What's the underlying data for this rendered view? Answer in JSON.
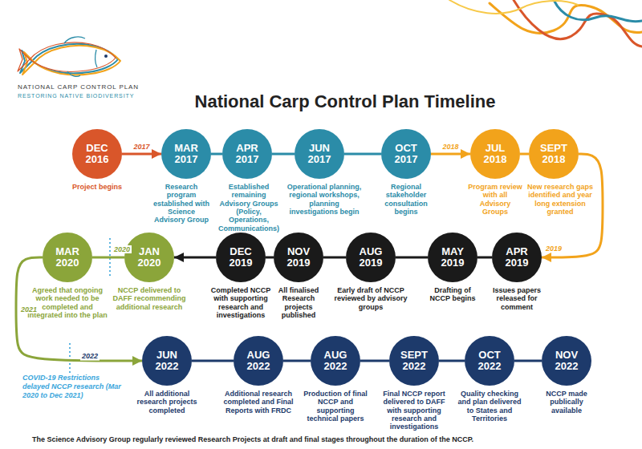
{
  "diagram": {
    "title": "National Carp Control Plan Timeline",
    "nodes": [
      {
        "text": [
          "DEC 2016",
          "Project begins"
        ]
      },
      {
        "text": [
          "MAR 2017",
          "Research program established with Science Advisory Group"
        ]
      },
      {
        "text": [
          "APR 2017",
          "Established remaining Advisory Groups (Policy, Operations, Communications)"
        ]
      },
      {
        "text": [
          "JUN 2017",
          "Operational planning, regional workshops, planning investigations begin"
        ]
      },
      {
        "text": [
          "OCT 2017",
          "Regional stakeholder consultation begins"
        ]
      },
      {
        "text": [
          "JUL 2018",
          "Program review with all Advisory Groups"
        ]
      },
      {
        "text": [
          "SEPT 2018",
          "New research gaps identified and year long extension granted"
        ]
      },
      {
        "text": [
          "APR 2019",
          "Issues papers released for comment"
        ]
      },
      {
        "text": [
          "MAY 2019",
          "Drafting of NCCP begins"
        ]
      },
      {
        "text": [
          "AUG 2019",
          "Early draft of NCCP reviewed by advisory groups"
        ]
      },
      {
        "text": [
          "NOV 2019",
          "All finalised Research projects published"
        ]
      },
      {
        "text": [
          "DEC 2019",
          "Completed NCCP with supporting research and investigations"
        ]
      },
      {
        "text": [
          "JAN 2020",
          "NCCP delivered to DAFF recommending additional research"
        ]
      },
      {
        "text": [
          "MAR 2020",
          "Agreed that ongoing work needed to be completed and integrated into the plan"
        ]
      },
      {
        "text": [
          "JUN 2022",
          "All additional research projects completed"
        ]
      },
      {
        "text": [
          "AUG 2022",
          "Additional research completed and Final Reports with FRDC"
        ]
      },
      {
        "text": [
          "AUG 2022",
          "Production of final NCCP and supporting technical papers"
        ]
      },
      {
        "text": [
          "SEPT 2022",
          "Final NCCP report delivered to DAFF with supporting research and investigations"
        ]
      },
      {
        "text": [
          "OCT 2022",
          "Quality checking and plan delivered to States and Territories"
        ]
      },
      {
        "text": [
          "NOV 2022",
          "NCCP made publically available"
        ]
      }
    ],
    "edges": [
      {
        "from": 0,
        "to": 1,
        "arrow": "to",
        "label": "2017"
      },
      {
        "from": 1,
        "to": 2,
        "arrow": "none"
      },
      {
        "from": 2,
        "to": 3,
        "arrow": "none"
      },
      {
        "from": 3,
        "to": 4,
        "arrow": "none"
      },
      {
        "from": 4,
        "to": 5,
        "arrow": "to",
        "label": "2018"
      },
      {
        "from": 5,
        "to": 6,
        "arrow": "none"
      },
      {
        "from": 6,
        "to": 7,
        "arrow": "to",
        "label": "2019"
      },
      {
        "from": 7,
        "to": 8,
        "arrow": "none"
      },
      {
        "from": 8,
        "to": 9,
        "arrow": "none"
      },
      {
        "from": 9,
        "to": 10,
        "arrow": "none"
      },
      {
        "from": 10,
        "to": 11,
        "arrow": "none"
      },
      {
        "from": 11,
        "to": 12,
        "arrow": "to"
      },
      {
        "from": 12,
        "to": 13,
        "arrow": "none",
        "label": "2020"
      },
      {
        "from": 13,
        "to": 14,
        "arrow": "to",
        "label": "2021"
      },
      {
        "from": 14,
        "to": 15,
        "arrow": "none"
      },
      {
        "from": 15,
        "to": 16,
        "arrow": "none"
      },
      {
        "from": 16,
        "to": 17,
        "arrow": "none"
      },
      {
        "from": 17,
        "to": 18,
        "arrow": "none"
      },
      {
        "from": 18,
        "to": 19,
        "arrow": "none"
      }
    ],
    "labels": [
      "NATIONAL CARP CONTROL PLAN",
      "RESTORING NATIVE BIODIVERSITY",
      "COVID-19 Restrictions delayed NCCP research (Mar 2020 to Dec 2021)",
      "2022",
      "The Science Advisory Group regularly reviewed Research Projects at draft and final stages throughout the duration of the NCCP."
    ]
  }
}
